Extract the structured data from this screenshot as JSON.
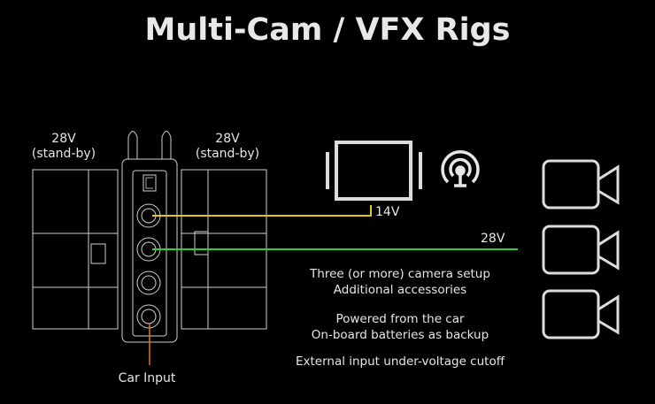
{
  "title": "Multi-Cam / VFX Rigs",
  "battery_left": {
    "voltage": "28V",
    "mode": "(stand-by)"
  },
  "battery_right": {
    "voltage": "28V",
    "mode": "(stand-by)"
  },
  "monitor_voltage": "14V",
  "camera_voltage": "28V",
  "input_label": "Car Input",
  "features": [
    "Three (or more) camera setup",
    "Additional accessories",
    "Powered from the car",
    "On-board batteries as backup",
    "External input under-voltage cutoff"
  ],
  "colors": {
    "monitor_line": "#e6c619",
    "camera_line": "#2fd12f",
    "input_line": "#d9782a"
  }
}
